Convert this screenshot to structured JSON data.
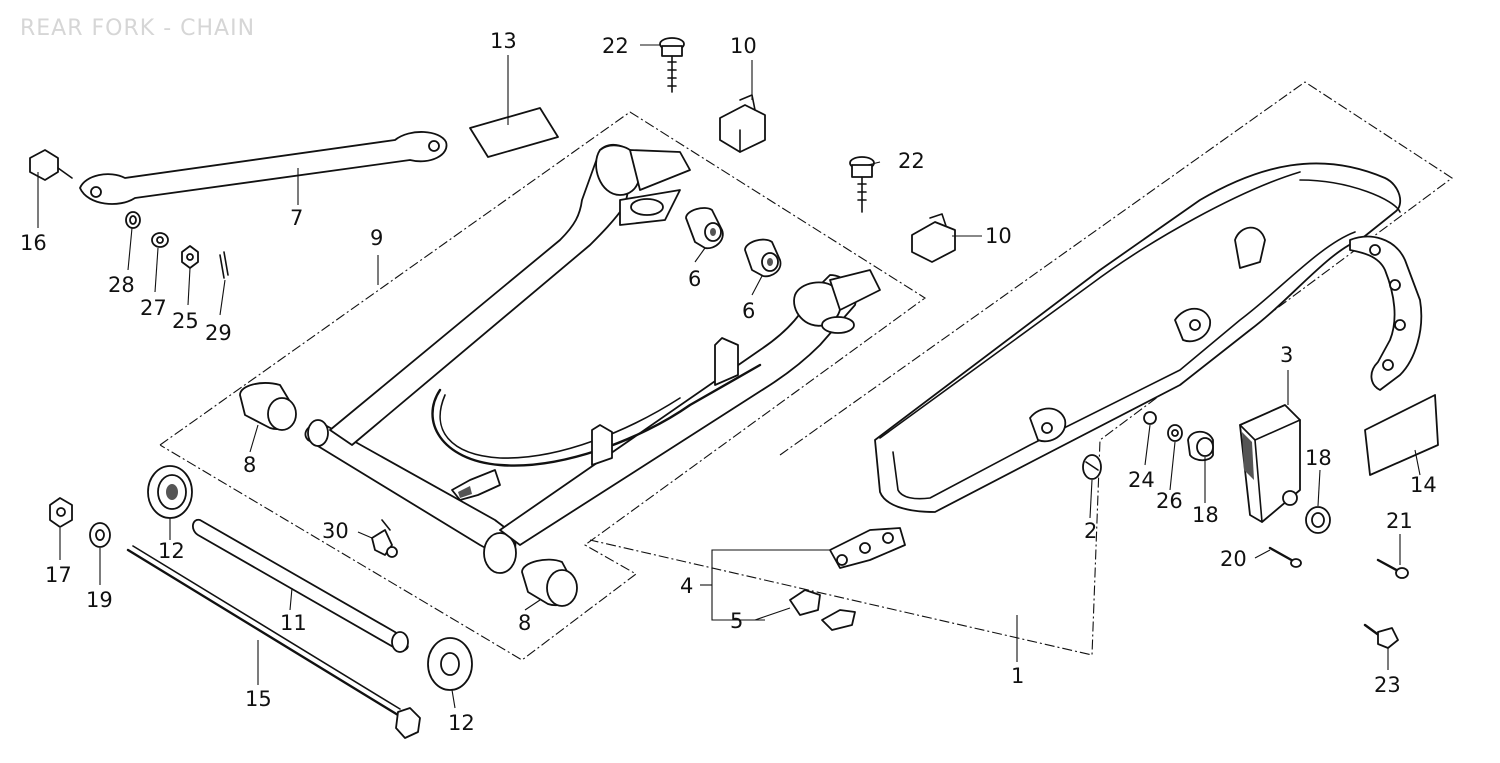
{
  "diagram": {
    "title": "REAR FORK - CHAIN",
    "callouts": {
      "c1": "1",
      "c2": "2",
      "c3": "3",
      "c4": "4",
      "c5": "5",
      "c6a": "6",
      "c6b": "6",
      "c7": "7",
      "c8a": "8",
      "c8b": "8",
      "c9": "9",
      "c10a": "10",
      "c10b": "10",
      "c11": "11",
      "c12a": "12",
      "c12b": "12",
      "c13": "13",
      "c14": "14",
      "c15": "15",
      "c16": "16",
      "c17": "17",
      "c18a": "18",
      "c18b": "18",
      "c19": "19",
      "c20": "20",
      "c21": "21",
      "c22a": "22",
      "c22b": "22",
      "c23": "23",
      "c24": "24",
      "c25": "25",
      "c26": "26",
      "c27": "27",
      "c28": "28",
      "c29": "29",
      "c30": "30"
    }
  }
}
